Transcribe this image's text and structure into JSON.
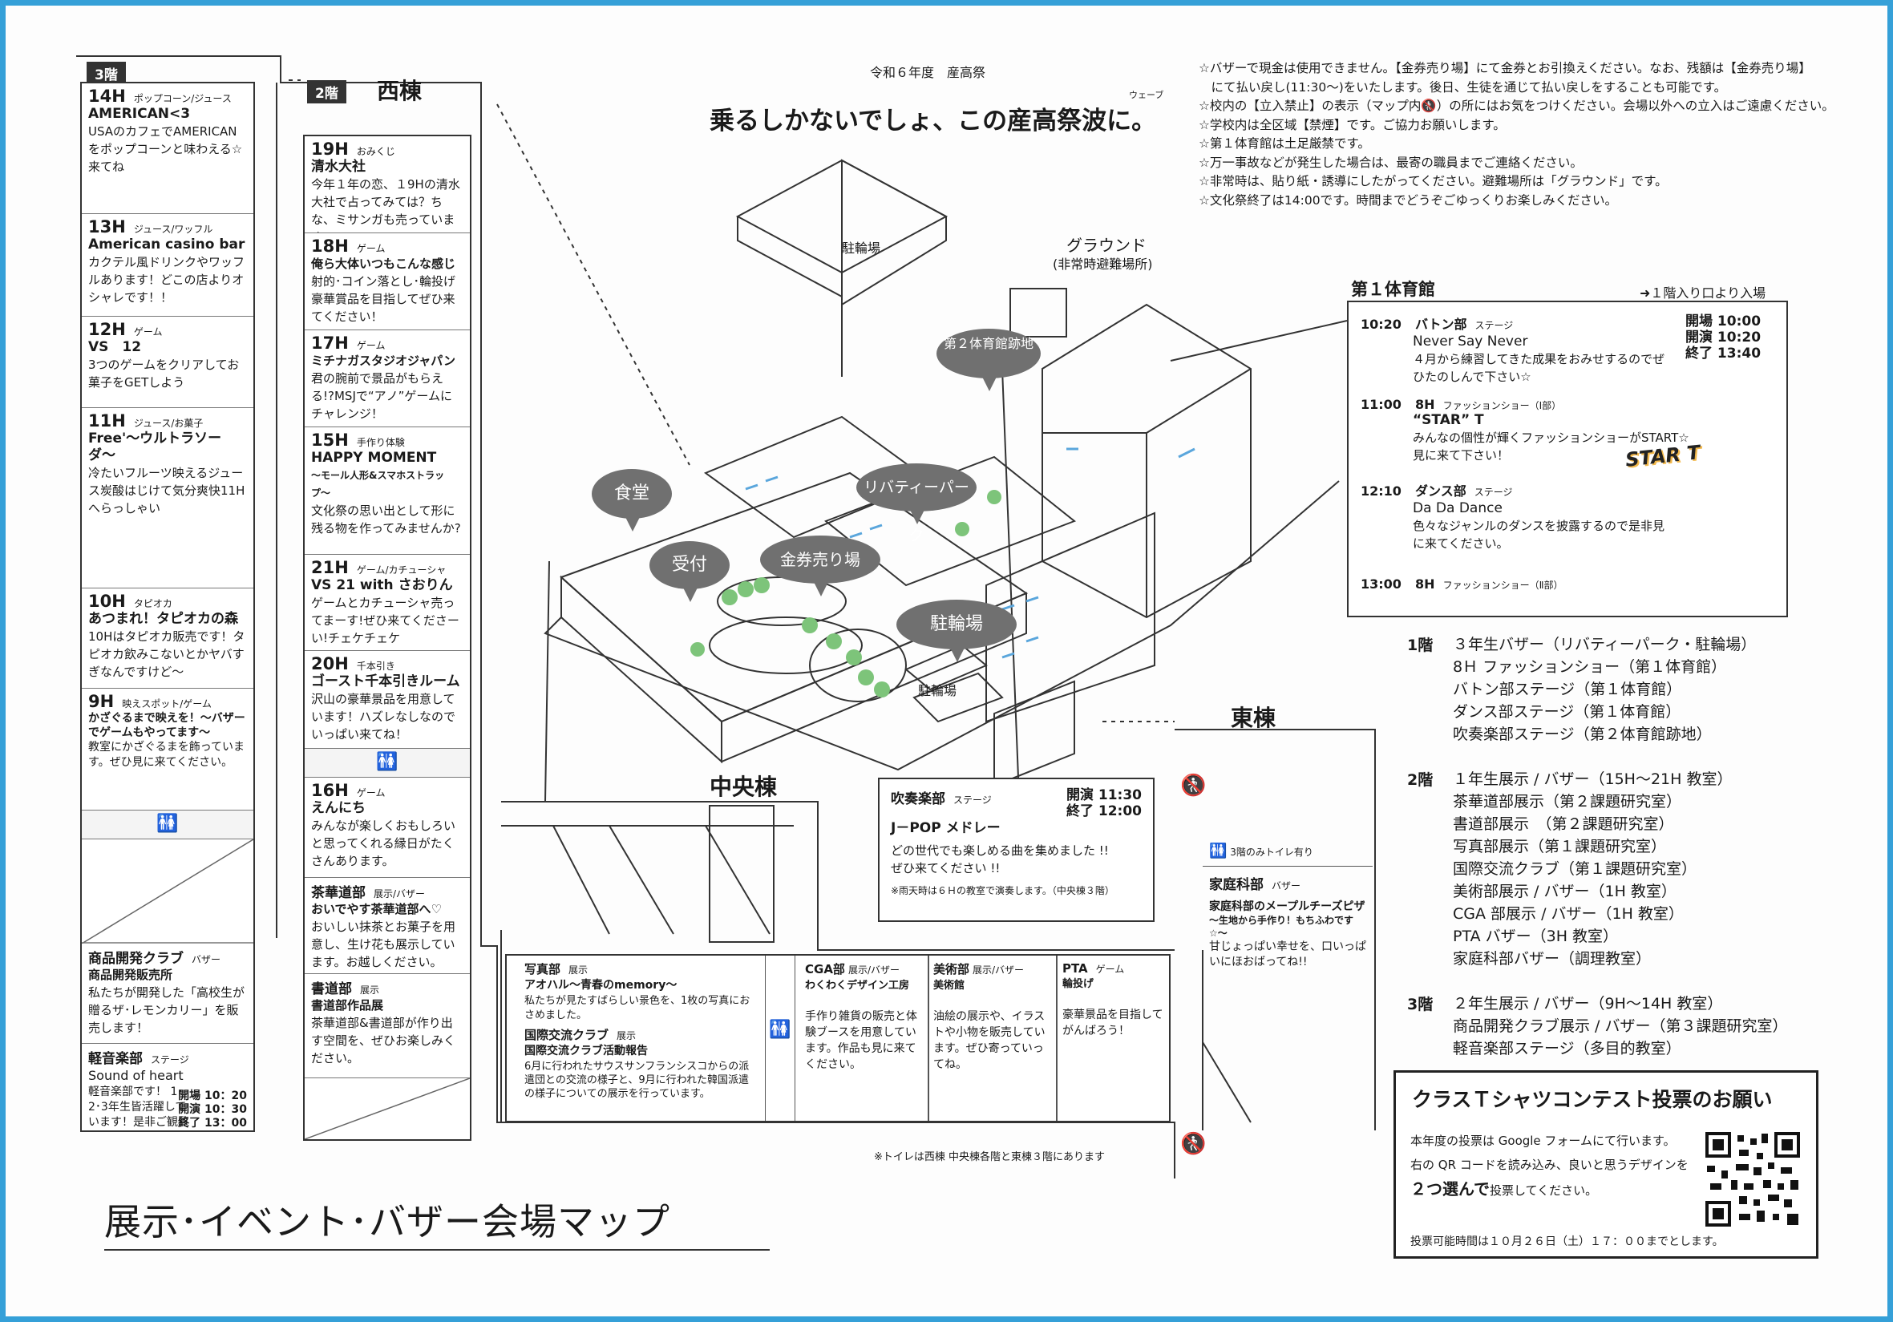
{
  "header": {
    "year_title": "令和６年度　産高祭",
    "slogan": "乗るしかないでしょ、この産高祭波に。",
    "slogan_ruby": "ウェーブ"
  },
  "notices": [
    "☆バザーで現金は使用できません。【金券売り場】にて金券とお引換えください。なお、残額は【金券売り場】",
    "　にて払い戻し(11:30〜)をいたします。後日、生徒を通じて払い戻しをすることも可能です。",
    "☆校内の【立入禁止】の表示（マップ内🚷）の所にはお気をつけください。会場以外への立入はご遠慮ください。",
    "☆学校内は全区域【禁煙】です。ご協力お願いします。",
    "☆第１体育館は土足厳禁です。",
    "☆万一事故などが発生した場合は、最寄の職員までご連絡ください。",
    "☆非常時は、貼り紙・誘導にしたがってください。避難場所は「グラウンド」です。",
    "☆文化祭終了は14:00です。時間までどうぞごゆっくりお楽しみください。"
  ],
  "west3": {
    "floor_label": "3階",
    "entries": [
      {
        "room": "14H",
        "tag": "ポップコーン/ジュース",
        "name": "AMERICAN<3",
        "desc": "USAのカフェでAMERICANをポップコーンと味わえる☆来てね"
      },
      {
        "room": "13H",
        "tag": "ジュース/ワッフル",
        "name": "American casino bar",
        "desc": "カクテル風ドリンクやワッフルあります！どこの店よりオシャレです！！"
      },
      {
        "room": "12H",
        "tag": "ゲーム",
        "name": "VS　12",
        "desc": "3つのゲームをクリアしてお菓子をGETしよう"
      },
      {
        "room": "11H",
        "tag": "ジュース/お菓子",
        "name": "Free'〜ウルトラソーダ〜",
        "desc": "冷たいフルーツ映えるジュース炭酸はじけて気分爽快11Hへらっしゃい"
      },
      {
        "room": "10H",
        "tag": "タピオカ",
        "name": "あつまれ！タピオカの森",
        "desc": "10Hはタピオカ販売です！タピオカ飲みこないとかヤバすぎなんですけど〜"
      },
      {
        "room": "9H",
        "tag": "映えスポット/ゲーム",
        "name": "かざぐるまで映えを！〜バザーでゲームもやってます〜",
        "desc": "教室にかざぐるまを飾っています。ぜひ見に来てください。"
      }
    ],
    "toilet": "🚻",
    "club1": {
      "room": "商品開発クラブ",
      "tag": "バザー",
      "name": "商品開発販売所",
      "desc": "私たちが開発した「高校生が贈るザ･レモンカリー」を販売します！"
    },
    "club2": {
      "room": "軽音楽部",
      "tag": "ステージ",
      "name": "Sound of heart",
      "desc": "軽音楽部です！ 1･2･3年生皆活躍しています！是非ご観覧ください！",
      "times": [
        "開場 10：20",
        "開演 10：30",
        "終了 13：00"
      ]
    }
  },
  "west2": {
    "floor_label": "2階",
    "building": "西棟",
    "entries": [
      {
        "room": "19H",
        "tag": "おみくじ",
        "name": "清水大社",
        "desc": "今年１年の恋、１9Hの清水大社で占ってみては？ちな、ミサンガも売っています。"
      },
      {
        "room": "18H",
        "tag": "ゲーム",
        "name": "俺ら大体いつもこんな感じ",
        "desc": "射的･コイン落とし･輪投げ豪華賞品を目指してぜひ来てください！"
      },
      {
        "room": "17H",
        "tag": "ゲーム",
        "name": "ミチナガスタジオジャパン",
        "desc": "君の腕前で景品がもらえる!?MSJで“アノ”ゲームにチャレンジ！"
      },
      {
        "room": "15H",
        "tag": "手作り体験",
        "name": "HAPPY MOMENT",
        "sub": "〜モール人形&スマホストラップ〜",
        "desc": "文化祭の思い出として形に残る物を作ってみませんか?"
      },
      {
        "room": "21H",
        "tag": "ゲーム/カチューシャ",
        "name": "VS 21 with さおりん",
        "desc": "ゲームとカチューシャ売ってまーす!ぜひ来てくださーい!チェケチェケ"
      },
      {
        "room": "20H",
        "tag": "千本引き",
        "name": "ゴースト千本引きルーム",
        "desc": "沢山の豪華景品を用意しています！ハズレなしなのでいっぱい来てね！"
      }
    ],
    "toilet": "🚻",
    "lower": [
      {
        "room": "16H",
        "tag": "ゲーム",
        "name": "えんにち",
        "desc": "みんなが楽しくおもしろいと思ってくれる縁日がたくさんあります。"
      },
      {
        "room": "茶華道部",
        "tag": "展示/バザー",
        "name": "おいでやす茶華道部へ♡",
        "desc": "おいしい抹茶とお菓子を用意し、生け花も展示しています。お越しください。"
      },
      {
        "room": "書道部",
        "tag": "展示",
        "name": "書道部作品展",
        "desc": "茶華道部&書道部が作り出す空間を、ぜひお楽しみください。"
      }
    ]
  },
  "map": {
    "ground": "グラウンド",
    "ground_sub": "(非常時避難場所)",
    "bike_label_top": "駐輪場",
    "bike_label_bottom": "駐輪場",
    "gym1_label": "第１体育館",
    "gym1_entry": "１階入り口より入場",
    "central_label": "中央棟",
    "east_label": "東棟",
    "bubbles": {
      "gym2": "第２体育館跡地",
      "cafeteria": "食堂",
      "reception": "受付",
      "liberty": "リバティーパーク",
      "ticket": "金券売り場",
      "bicycle": "駐輪場"
    }
  },
  "gym1": {
    "items": [
      {
        "time": "10:20",
        "club": "バトン部",
        "tag": "ステージ",
        "name": "Never Say Never",
        "desc": "４月から練習してきた成果をおみせするのでぜひたのしんで下さい☆",
        "times": [
          "開場 10:00",
          "開演 10:20",
          "終了 13:40"
        ]
      },
      {
        "time": "11:00",
        "club": "8H",
        "tag": "ファッションショー（Ⅰ部）",
        "name": "“STAR” T",
        "desc": "みんなの個性が輝くファッションショーがSTART☆見に来て下さい！"
      },
      {
        "time": "12:10",
        "club": "ダンス部",
        "tag": "ステージ",
        "name": "Da Da Dance",
        "desc": "色々なジャンルのダンスを披露するので是非見に来てください。"
      },
      {
        "time": "13:00",
        "club": "8H",
        "tag": "ファッションショー（Ⅱ部）",
        "name": "",
        "desc": ""
      }
    ],
    "logo": "STAR T"
  },
  "brass": {
    "club": "吹奏楽部",
    "tag": "ステージ",
    "times": [
      "開演 11:30",
      "終了 12:00"
    ],
    "name": "J－POP メドレー",
    "desc": "どの世代でも楽しめる曲を集めました !!",
    "desc2": "ぜひ来てください !!",
    "note": "※雨天時は６Ｈの教室で演奏します。（中央棟３階）"
  },
  "central": {
    "c1": {
      "club": "写真部",
      "tag": "展示",
      "name": "アオハル〜青春のmemory〜",
      "desc": "私たちが見たすばらしい景色を、1枚の写真におさめました。"
    },
    "c2": {
      "club": "国際交流クラブ",
      "tag": "展示",
      "name": "国際交流クラブ活動報告",
      "desc": "6月に行われたサウスサンフランシスコからの派遣団との交流の様子と、9月に行われた韓国派遣の様子についての展示を行っています。"
    },
    "toilet": "🚻",
    "c3": {
      "club": "CGA部",
      "tag": "展示/バザー",
      "name": "わくわくデザイン工房",
      "desc": "手作り雑貨の販売と体験ブースを用意しています。作品も見に来てください。"
    },
    "c4": {
      "club": "美術部",
      "tag": "展示/バザー",
      "name": "美術館",
      "desc": "油絵の展示や、イラストや小物を販売しています。ぜひ寄っていってね。"
    },
    "c5": {
      "club": "PTA",
      "tag": "ゲーム",
      "name": "輪投げ",
      "desc": "豪華景品を目指してがんばろう！"
    },
    "toilet_note": "※トイレは西棟 中央棟各階と東棟３階にあります"
  },
  "east": {
    "toilet_note": "3階のみトイレ有り",
    "club": "家庭科部",
    "tag": "バザー",
    "name": "家庭科部のメープルチーズピザ",
    "sub": "〜生地から手作り！もちふわです☆〜",
    "desc": "甘じょっぱい幸せを、口いっぱいにほおばってね!!"
  },
  "floor_guide": [
    {
      "floor": "1階",
      "items": [
        "３年生バザー（リバティーパーク・駐輪場）",
        "8Ｈ ファッションショー（第１体育館）",
        "バトン部ステージ（第１体育館）",
        "ダンス部ステージ（第１体育館）",
        "吹奏楽部ステージ（第２体育館跡地）"
      ]
    },
    {
      "floor": "2階",
      "items": [
        "１年生展示 / バザー（15H〜21H 教室）",
        "茶華道部展示（第２課題研究室）",
        "書道部展示　（第２課題研究室）",
        "写真部展示（第１課題研究室）",
        "国際交流クラブ（第１課題研究室）",
        "美術部展示 / バザー（1H 教室）",
        "CGA 部展示 / バザー（1H 教室）",
        "PTA バザー（3H 教室）",
        "家庭科部バザー（調理教室）"
      ]
    },
    {
      "floor": "3階",
      "items": [
        "２年生展示 / バザー（9H〜14H 教室）",
        "商品開発クラブ展示 / バザー（第３課題研究室）",
        "軽音楽部ステージ（多目的教室）"
      ]
    }
  ],
  "tshirt": {
    "title": "クラスＴシャツコンテスト投票のお願い",
    "line1": "本年度の投票は Google フォームにて行います。",
    "line2": "右の QR コードを読み込み、良いと思うデザインを",
    "line3_bold": "２つ選んで",
    "line3_rest": "投票してください。",
    "deadline": "投票可能時間は１０月２６日（土）１７：００までとします。"
  },
  "footer_title": "展示･イベント･バザー会場マップ"
}
